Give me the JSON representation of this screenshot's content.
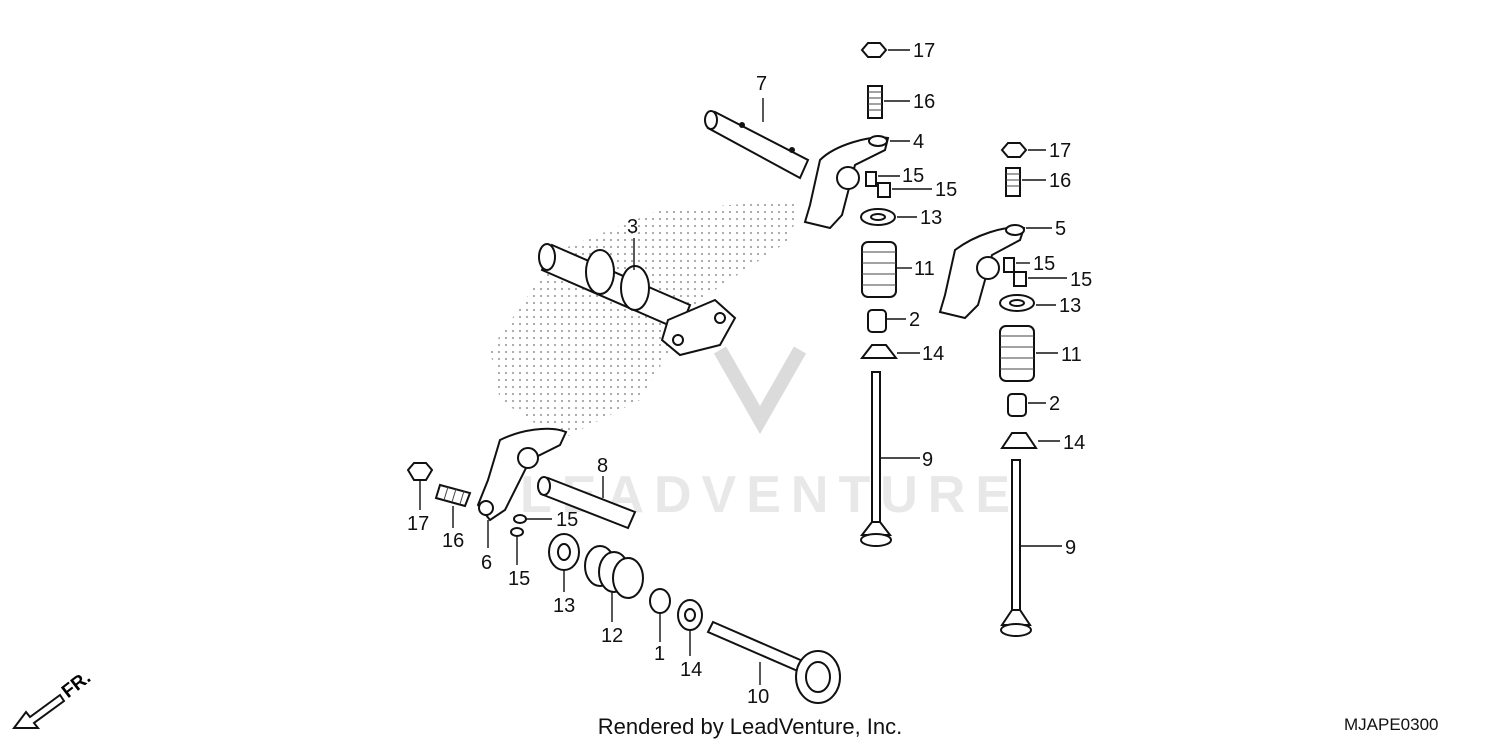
{
  "footer": {
    "credit": "Rendered by LeadVenture, Inc.",
    "diagram_code": "MJAPE0300"
  },
  "orientation": {
    "front_label": "FR."
  },
  "watermark": {
    "text": "LEADVENTURE"
  },
  "callouts": [
    {
      "id": "c17a",
      "label": "17"
    },
    {
      "id": "c16a",
      "label": "16"
    },
    {
      "id": "c4",
      "label": "4"
    },
    {
      "id": "c15a",
      "label": "15"
    },
    {
      "id": "c15b",
      "label": "15"
    },
    {
      "id": "c13a",
      "label": "13"
    },
    {
      "id": "c11a",
      "label": "11"
    },
    {
      "id": "c2a",
      "label": "2"
    },
    {
      "id": "c14a",
      "label": "14"
    },
    {
      "id": "c9a",
      "label": "9"
    },
    {
      "id": "c7",
      "label": "7"
    },
    {
      "id": "c3",
      "label": "3"
    },
    {
      "id": "c17b",
      "label": "17"
    },
    {
      "id": "c16b",
      "label": "16"
    },
    {
      "id": "c5",
      "label": "5"
    },
    {
      "id": "c15c",
      "label": "15"
    },
    {
      "id": "c15d",
      "label": "15"
    },
    {
      "id": "c13b",
      "label": "13"
    },
    {
      "id": "c11b",
      "label": "11"
    },
    {
      "id": "c2b",
      "label": "2"
    },
    {
      "id": "c14b",
      "label": "14"
    },
    {
      "id": "c9b",
      "label": "9"
    },
    {
      "id": "c8",
      "label": "8"
    },
    {
      "id": "c17c",
      "label": "17"
    },
    {
      "id": "c16c",
      "label": "16"
    },
    {
      "id": "c6",
      "label": "6"
    },
    {
      "id": "c15e",
      "label": "15"
    },
    {
      "id": "c15f",
      "label": "15"
    },
    {
      "id": "c13c",
      "label": "13"
    },
    {
      "id": "c12",
      "label": "12"
    },
    {
      "id": "c1",
      "label": "1"
    },
    {
      "id": "c14c",
      "label": "14"
    },
    {
      "id": "c10",
      "label": "10"
    }
  ]
}
